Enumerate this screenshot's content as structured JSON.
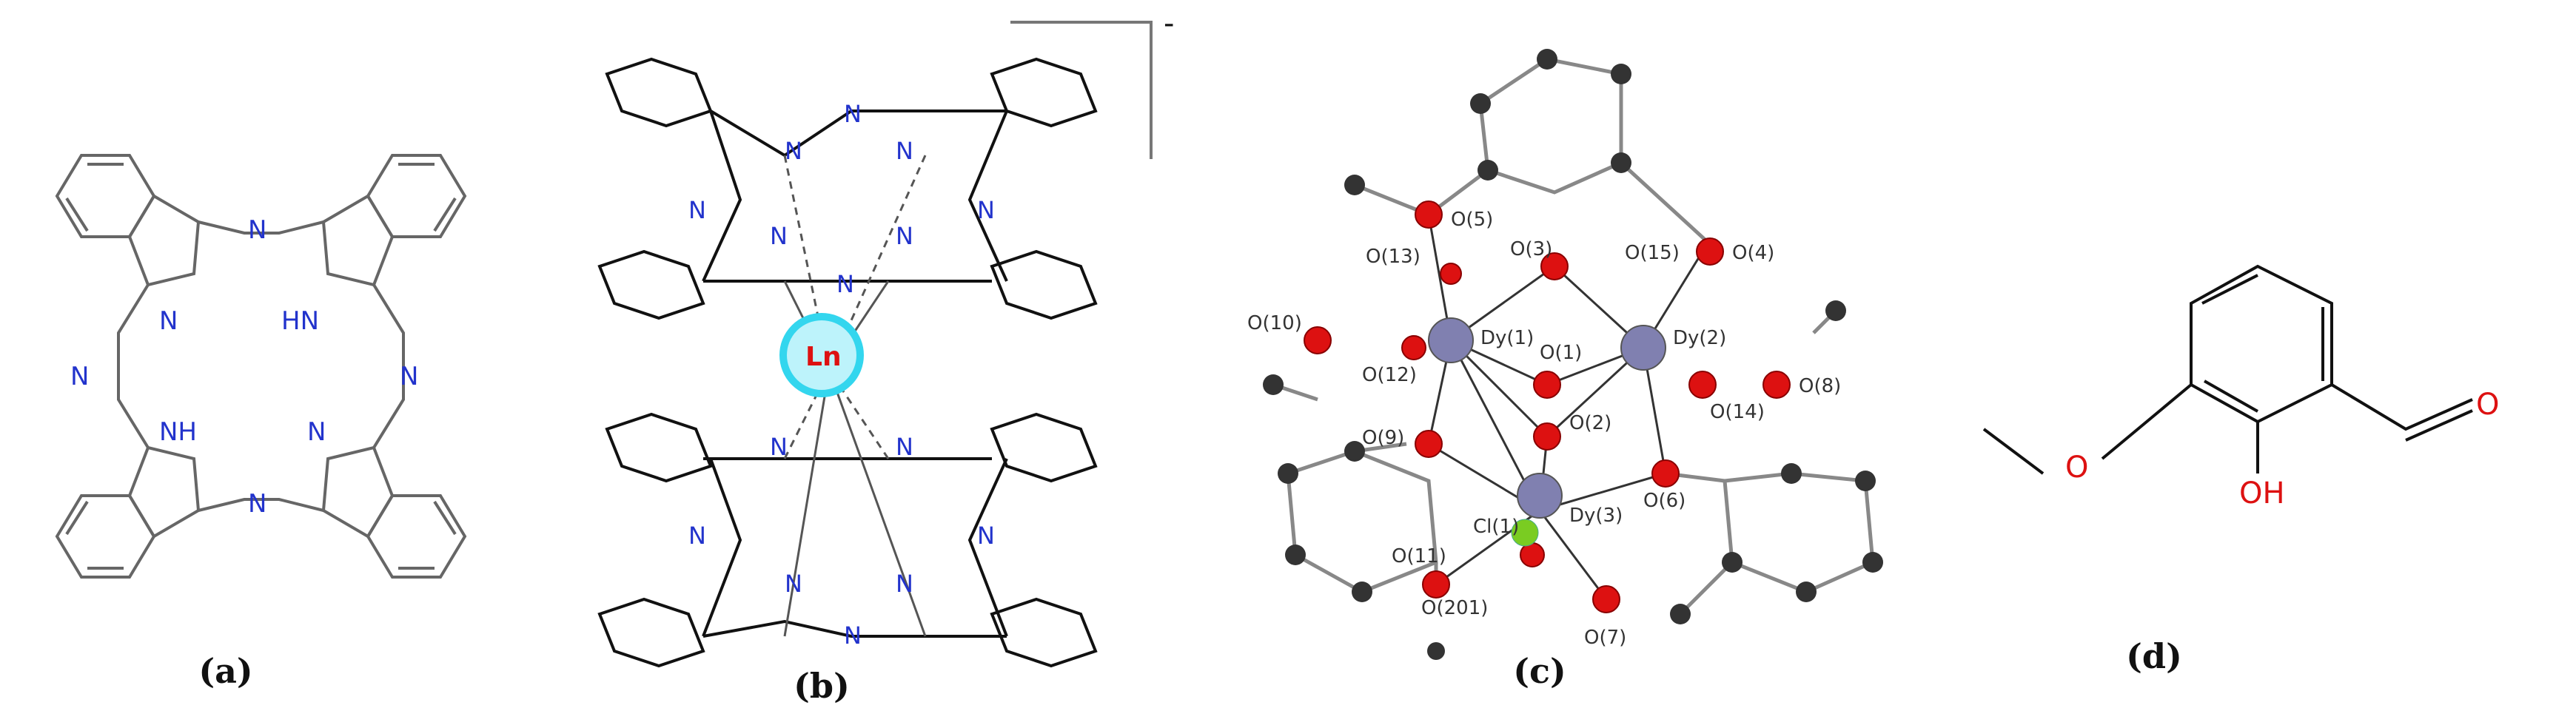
{
  "captions": {
    "a": "(a)",
    "b": "(b)",
    "c": "(c)",
    "d": "(d)"
  },
  "panel_a": {
    "atoms": {
      "n_bridge": "N",
      "n_ring": "N",
      "nh": "NH",
      "hn": "HN"
    }
  },
  "panel_b": {
    "charge": "-",
    "n": "N",
    "metal": "Ln"
  },
  "panel_c": {
    "labels": {
      "dy1": "Dy(1)",
      "dy2": "Dy(2)",
      "dy3": "Dy(3)",
      "cl1": "Cl(1)",
      "o1": "O(1)",
      "o2": "O(2)",
      "o3": "O(3)",
      "o4": "O(4)",
      "o5": "O(5)",
      "o6": "O(6)",
      "o7": "O(7)",
      "o8": "O(8)",
      "o9": "O(9)",
      "o10": "O(10)",
      "o11": "O(11)",
      "o12": "O(12)",
      "o13": "O(13)",
      "o14": "O(14)",
      "o15": "O(15)",
      "o201": "O(201)"
    },
    "colors": {
      "dy": "#8080b0",
      "o": "#dd1111",
      "c": "#333333",
      "cl": "#7acc22",
      "h": "#cccccc"
    }
  },
  "panel_d": {
    "labels": {
      "o_methoxy": "O",
      "o_aldehyde": "O",
      "oh": "OH"
    }
  },
  "colors": {
    "nitrogen": "#2233cc",
    "oxygen": "#dd1111",
    "bond_a": "#555555",
    "bond_b": "#111111",
    "ln_glow": "#33d6ee"
  }
}
